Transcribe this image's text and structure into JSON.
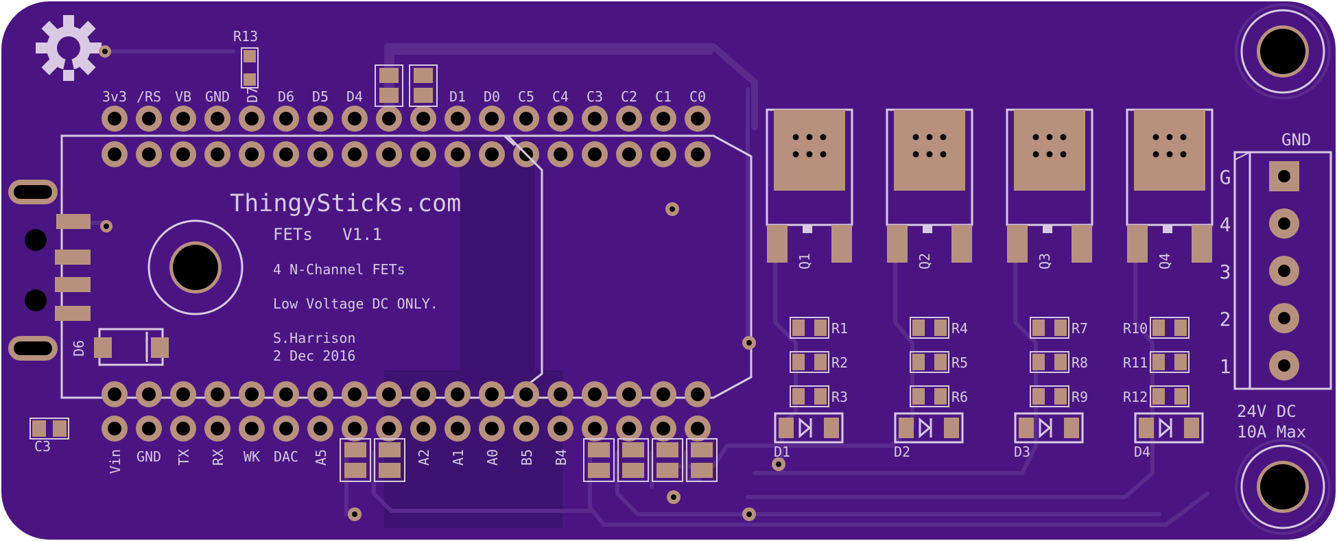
{
  "colors": {
    "board": "#4a1582",
    "board_dark": "#3a0f6a",
    "silkscreen": "#d9c9e3",
    "copper_pad": "#b8917e",
    "hole": "#000000"
  },
  "logo": {
    "icon": "gear-icon"
  },
  "board_text": {
    "site": "ThingySticks.com",
    "title": "FETs   V1.1",
    "line1": "4 N-Channel FETs",
    "line2": "Low Voltage DC ONLY.",
    "author": "S.Harrison",
    "date": "2 Dec 2016"
  },
  "top_header_labels": [
    "3v3",
    "/RS",
    "VB",
    "GND",
    "D7",
    "D6",
    "D5",
    "D4",
    "",
    "",
    "D1",
    "D0",
    "C5",
    "C4",
    "C3",
    "C2",
    "C1",
    "C0"
  ],
  "bottom_header_labels": [
    "Vin",
    "GND",
    "TX",
    "RX",
    "WK",
    "DAC",
    "A5",
    "",
    "",
    "A2",
    "A1",
    "A0",
    "B5",
    "B4",
    "",
    "",
    "",
    ""
  ],
  "refs": {
    "r13": "R13",
    "d6": "D6",
    "c3": "C3"
  },
  "fets": [
    {
      "label": "Q1"
    },
    {
      "label": "Q2"
    },
    {
      "label": "Q3"
    },
    {
      "label": "Q4"
    }
  ],
  "resistor_columns": [
    [
      "R1",
      "R2",
      "R3"
    ],
    [
      "R4",
      "R5",
      "R6"
    ],
    [
      "R7",
      "R8",
      "R9"
    ],
    [
      "R10",
      "R11",
      "R12"
    ]
  ],
  "diodes": [
    "D1",
    "D2",
    "D3",
    "D4"
  ],
  "terminal": {
    "header": "GND",
    "pins": [
      "G",
      "4",
      "3",
      "2",
      "1"
    ],
    "rating_line1": "24V DC",
    "rating_line2": "10A Max"
  }
}
